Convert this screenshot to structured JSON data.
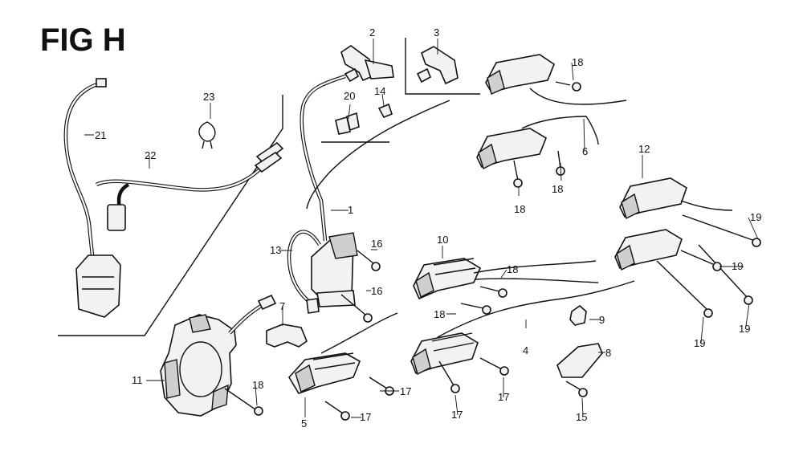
{
  "figure": {
    "title": "FIG H",
    "callouts": [
      "1",
      "2",
      "3",
      "4",
      "5",
      "6",
      "7",
      "8",
      "9",
      "10",
      "11",
      "12",
      "13",
      "14",
      "15",
      "16",
      "17",
      "18",
      "19",
      "20",
      "21",
      "22",
      "23"
    ]
  }
}
